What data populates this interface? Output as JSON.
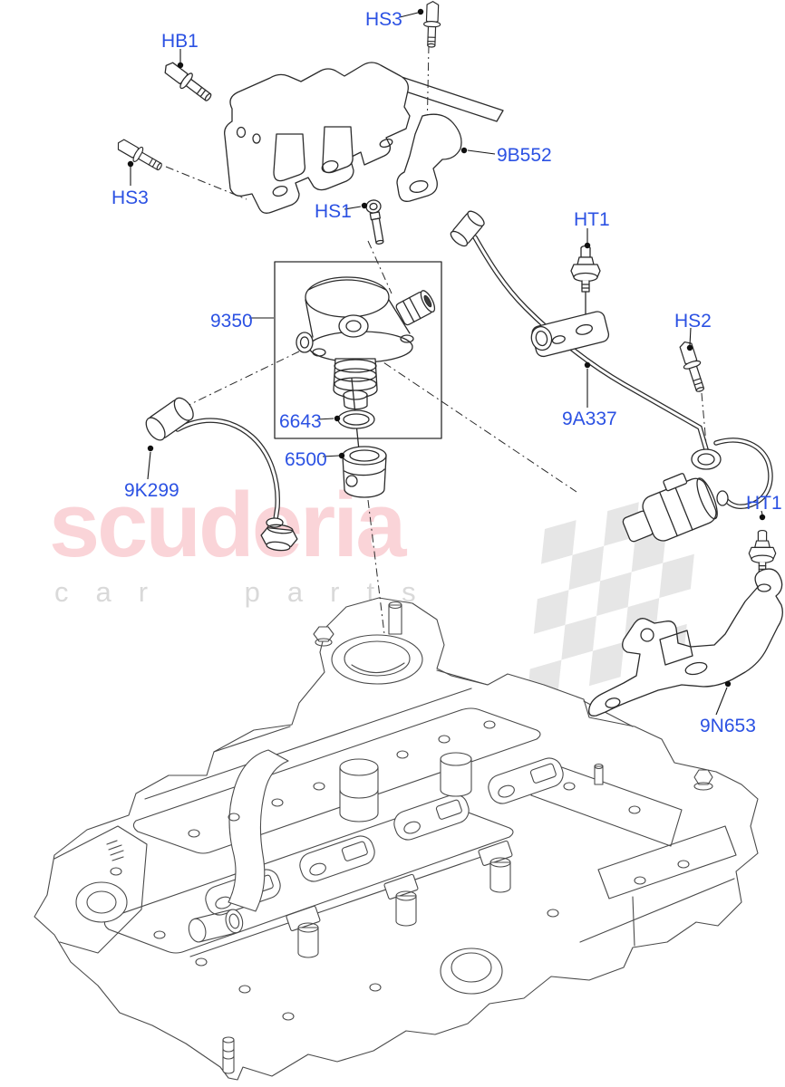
{
  "watermark": {
    "brand_text": "scuderia",
    "tagline_text": "car parts",
    "brand_color": "#FAD4D8",
    "tagline_color": "#D9D9D9",
    "flag_color": "#E4E4E4"
  },
  "diagram": {
    "type": "exploded-parts-diagram",
    "label_color": "#2B51E3",
    "line_color": "#2b2b2b",
    "labels": [
      {
        "code": "HB1"
      },
      {
        "code": "HS3"
      },
      {
        "code": "HS3"
      },
      {
        "code": "HS1"
      },
      {
        "code": "9B552"
      },
      {
        "code": "HT1"
      },
      {
        "code": "9350"
      },
      {
        "code": "HS2"
      },
      {
        "code": "6643"
      },
      {
        "code": "6500"
      },
      {
        "code": "9A337"
      },
      {
        "code": "9K299"
      },
      {
        "code": "HT1"
      },
      {
        "code": "9N653"
      }
    ]
  }
}
